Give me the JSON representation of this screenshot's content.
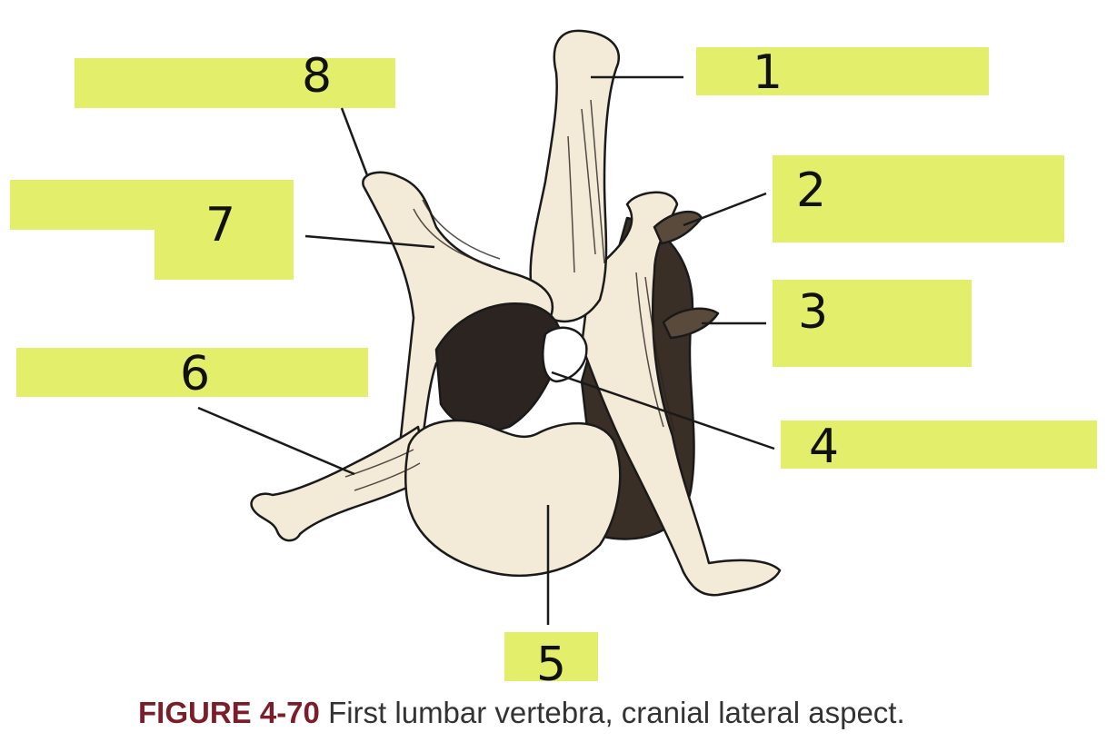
{
  "diagram": {
    "title": "First lumbar vertebra, cranial lateral aspect.",
    "labels": [
      {
        "id": "label-1",
        "number": "1"
      },
      {
        "id": "label-2",
        "number": "2"
      },
      {
        "id": "label-3",
        "number": "3"
      },
      {
        "id": "label-4",
        "number": "4"
      },
      {
        "id": "label-5",
        "number": "5"
      },
      {
        "id": "label-6",
        "number": "6"
      },
      {
        "id": "label-7",
        "number": "7"
      },
      {
        "id": "label-8",
        "number": "8"
      }
    ]
  },
  "caption": {
    "figure_number": "FIGURE 4-70",
    "text": "First lumbar vertebra, cranial lateral aspect."
  },
  "colors": {
    "highlight": "#e3ee6a",
    "bone": "#f3ead8",
    "shadow": "#3a2f27",
    "figure_number": "#7b1e2a"
  }
}
